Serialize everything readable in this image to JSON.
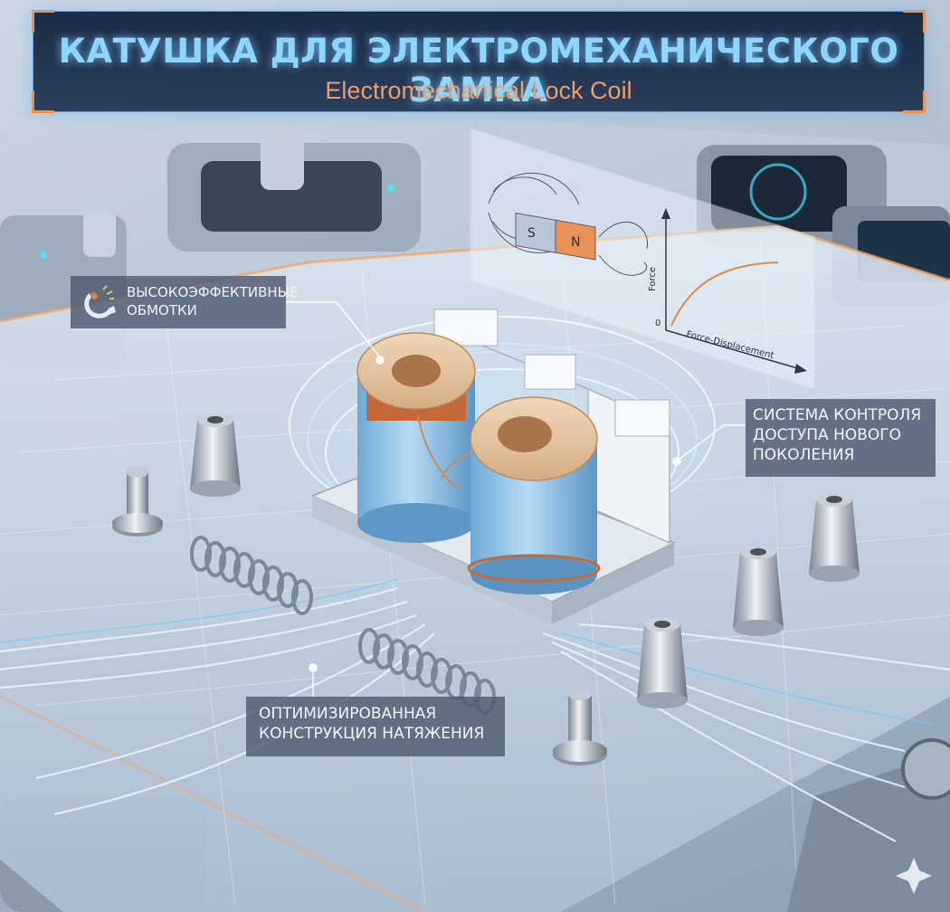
{
  "header": {
    "title": "КАТУШКА ДЛЯ ЭЛЕКТРОМЕХАНИЧЕСКОГО ЗАМКА",
    "subtitle": "Electromechanical Lock Coil"
  },
  "callouts": {
    "windings": {
      "line1": "ВЫСОКОЭФФЕКТИВНЫЕ",
      "line2": "ОБМОТКИ",
      "icon": "magnet-icon"
    },
    "access": {
      "line1": "СИСТЕМА КОНТРОЛЯ",
      "line2": "ДОСТУПА НОВОГО",
      "line3": "ПОКОЛЕНИЯ"
    },
    "tension": {
      "line1": "ОПТИМИЗИРОВАННАЯ",
      "line2": "КОНСТРУКЦИЯ НАТЯЖЕНИЯ"
    }
  },
  "hologram": {
    "magnet_s": "S",
    "magnet_n": "N",
    "y_label": "Force",
    "origin_label": "0",
    "x_label": "Force-Displacement"
  },
  "colors": {
    "title_glow": "#8fd6ff",
    "subtitle": "#ec9f66",
    "accent_orange": "#e59452",
    "accent_blue": "#5e9fd6",
    "coil_copper": "#e9c9a4",
    "coil_sleeve": "#8ec5ea"
  }
}
